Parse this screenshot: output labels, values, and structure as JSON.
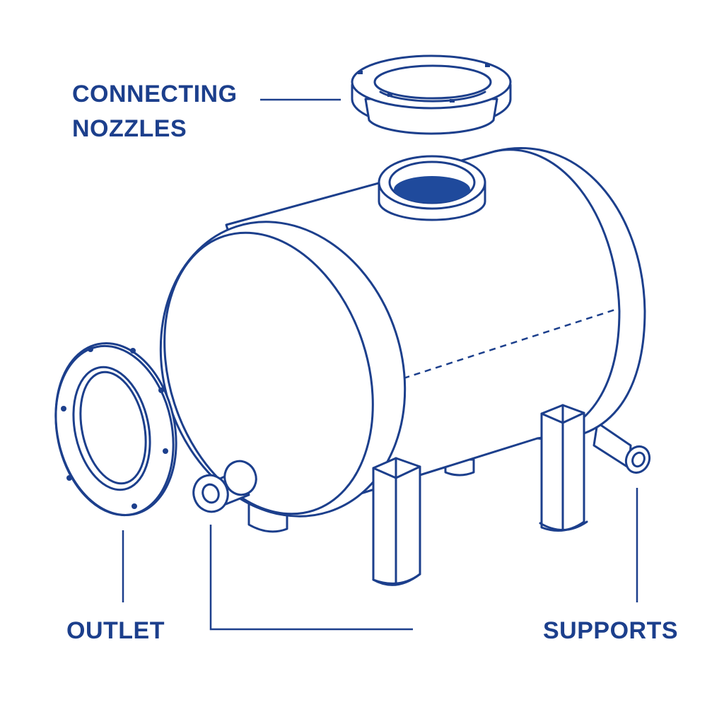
{
  "labels": {
    "nozzles_line1": "CONNECTING",
    "nozzles_line2": "NOZZLES",
    "outlet": "OUTLET",
    "supports": "SUPPORTS"
  },
  "colors": {
    "ink": "#1c3f8c",
    "liquid": "#1f4a9c",
    "background": "#ffffff"
  }
}
